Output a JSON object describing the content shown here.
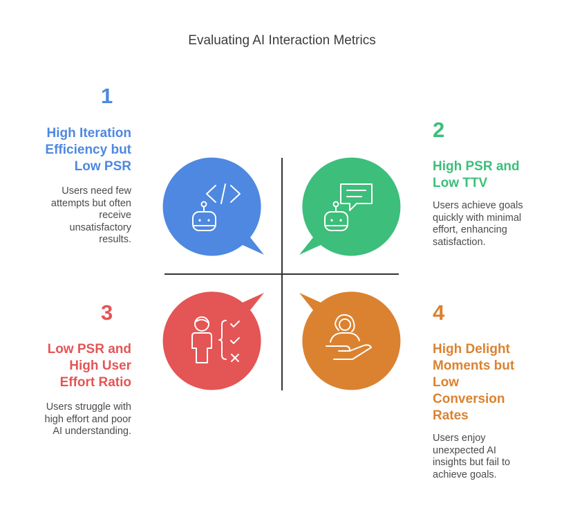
{
  "title": "Evaluating AI Interaction Metrics",
  "colors": {
    "blue": "#4E88E0",
    "green": "#3DBE7B",
    "red": "#E45555",
    "orange": "#DB8230",
    "axis": "#333333",
    "text": "#4a4a4a"
  },
  "quadrants": [
    {
      "number": "1",
      "heading": [
        "High Iteration",
        "Efficiency but",
        "Low PSR"
      ],
      "description": [
        "Users need few",
        "attempts but often",
        "receive",
        "unsatisfactory",
        "results."
      ],
      "icon": "code-robot-icon",
      "color": "#4E88E0"
    },
    {
      "number": "2",
      "heading": [
        "High PSR and",
        "Low TTV"
      ],
      "description": [
        "Users achieve goals",
        "quickly with minimal",
        "effort, enhancing",
        "satisfaction."
      ],
      "icon": "chat-robot-icon",
      "color": "#3DBE7B"
    },
    {
      "number": "3",
      "heading": [
        "Low PSR and",
        "High User",
        "Effort Ratio"
      ],
      "description": [
        "Users struggle with",
        "high effort and poor",
        "AI understanding."
      ],
      "icon": "person-checklist-icon",
      "color": "#E45555"
    },
    {
      "number": "4",
      "heading": [
        "High Delight",
        "Moments but",
        "Low",
        "Conversion",
        "Rates"
      ],
      "description": [
        "Users enjoy",
        "unexpected AI",
        "insights but fail to",
        "achieve goals."
      ],
      "icon": "person-hand-icon",
      "color": "#DB8230"
    }
  ]
}
